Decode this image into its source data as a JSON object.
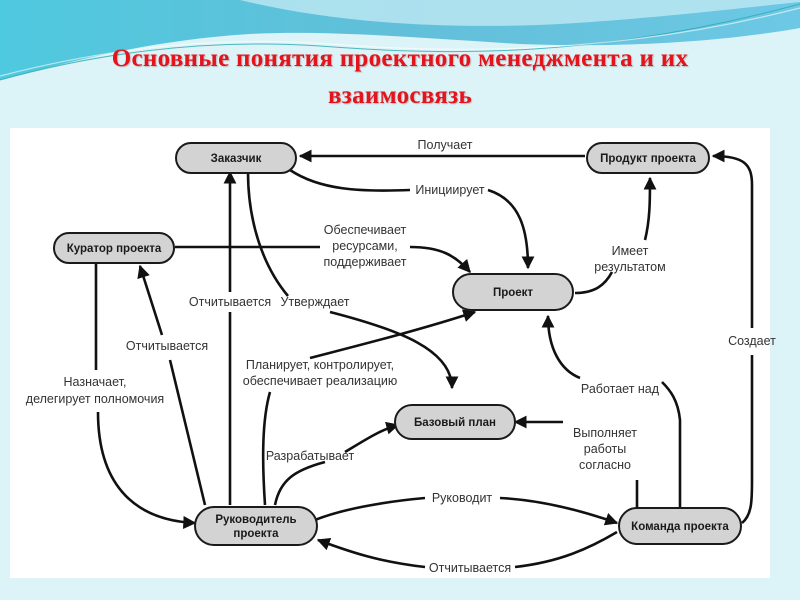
{
  "slide": {
    "title_lines": [
      "Основные понятия проектного менеджмента и их",
      "взаимосвязь"
    ],
    "colors": {
      "title": "#e3141b",
      "background": "#dcf3f8",
      "header_wave": "#5fc6dd",
      "node_fill": "#d3d3d3",
      "node_border": "#1a1a1a"
    }
  },
  "diagram": {
    "nodes": [
      {
        "id": "customer",
        "label": "Заказчик"
      },
      {
        "id": "product",
        "label": "Продукт проекта"
      },
      {
        "id": "sponsor",
        "label": "Куратор проекта"
      },
      {
        "id": "project",
        "label": "Проект"
      },
      {
        "id": "baseline",
        "label": "Базовый план"
      },
      {
        "id": "manager",
        "label_lines": [
          "Руководитель",
          "проекта"
        ]
      },
      {
        "id": "team",
        "label": "Команда проекта"
      }
    ],
    "edges": [
      {
        "from": "product",
        "to": "customer",
        "label": "Получает"
      },
      {
        "from": "customer",
        "to": "project",
        "label": "Инициирует"
      },
      {
        "from": "sponsor",
        "to": "project",
        "label_lines": [
          "Обеспечивает",
          "ресурсами,",
          "поддерживает"
        ]
      },
      {
        "from": "project",
        "to": "product",
        "label_lines": [
          "Имеет",
          "результатом"
        ]
      },
      {
        "from": "manager",
        "to": "customer",
        "label": "Отчитывается"
      },
      {
        "from": "customer",
        "to": "baseline",
        "label": "Утверждает"
      },
      {
        "from": "manager",
        "to": "sponsor",
        "label": "Отчитывается"
      },
      {
        "from": "sponsor",
        "to": "manager",
        "label_lines": [
          "Назначает,",
          "делегирует полномочия"
        ]
      },
      {
        "from": "manager",
        "to": "project",
        "label_lines": [
          "Планирует, контролирует,",
          "обеспечивает реализацию"
        ]
      },
      {
        "from": "manager",
        "to": "baseline",
        "label": "Разрабатывает"
      },
      {
        "from": "team",
        "to": "project",
        "label": "Работает над"
      },
      {
        "from": "team",
        "to": "baseline",
        "label_lines": [
          "Выполняет",
          "работы",
          "согласно"
        ]
      },
      {
        "from": "team",
        "to": "product",
        "label": "Создает"
      },
      {
        "from": "manager",
        "to": "team",
        "label": "Руководит"
      },
      {
        "from": "team",
        "to": "manager",
        "label": "Отчитывается"
      }
    ]
  }
}
